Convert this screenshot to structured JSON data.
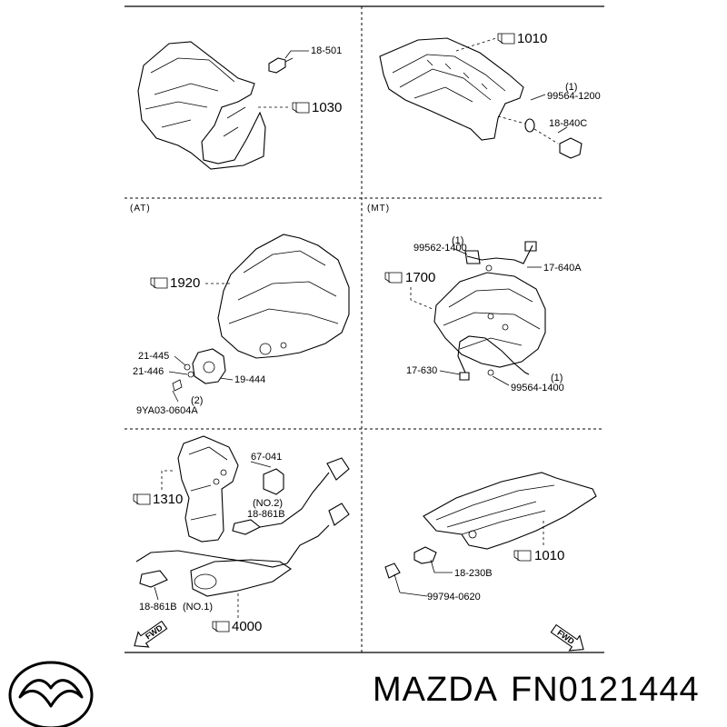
{
  "sections": {
    "at": "(AT)",
    "mt": "(MT)"
  },
  "panels": {
    "engine_block": {
      "part_label": "18-501",
      "ref_label": "1030"
    },
    "cylinder_head": {
      "ref_label": "1010",
      "bolt_label": "99564-1200",
      "bolt_qty": "(1)",
      "sensor_label": "18-840C"
    },
    "automatic_transmission": {
      "ref_label": "1920",
      "labels": [
        "21-445",
        "21-446",
        "19-444",
        "9YA03-0604A"
      ],
      "bolt_qty": "(2)"
    },
    "manual_transmission": {
      "ref_label": "1700",
      "top_bolt_label": "99562-1400",
      "top_bolt_qty": "(1)",
      "sensor_label": "17-640A",
      "harness_label": "17-630",
      "bottom_bolt_label": "99564-1400",
      "bottom_bolt_qty": "(1)"
    },
    "exhaust_sensors": {
      "ref_top": "1310",
      "ref_bottom": "4000",
      "clip_label": "67-041",
      "sensor_no2_qty": "(NO.2)",
      "sensor_no2_label": "18-861B",
      "sensor_no1_label": "18-861B",
      "sensor_no1_qty": "(NO.1)"
    },
    "head_cover": {
      "ref_label": "1010",
      "sensor_label": "18-230B",
      "bolt_label": "99794-0620"
    }
  },
  "fwd_markers": [
    "FWD",
    "FWD"
  ],
  "footer": {
    "brand": "MAZDA",
    "part_number": "FN0121444",
    "logo_icon": "mazda-logo-icon"
  }
}
